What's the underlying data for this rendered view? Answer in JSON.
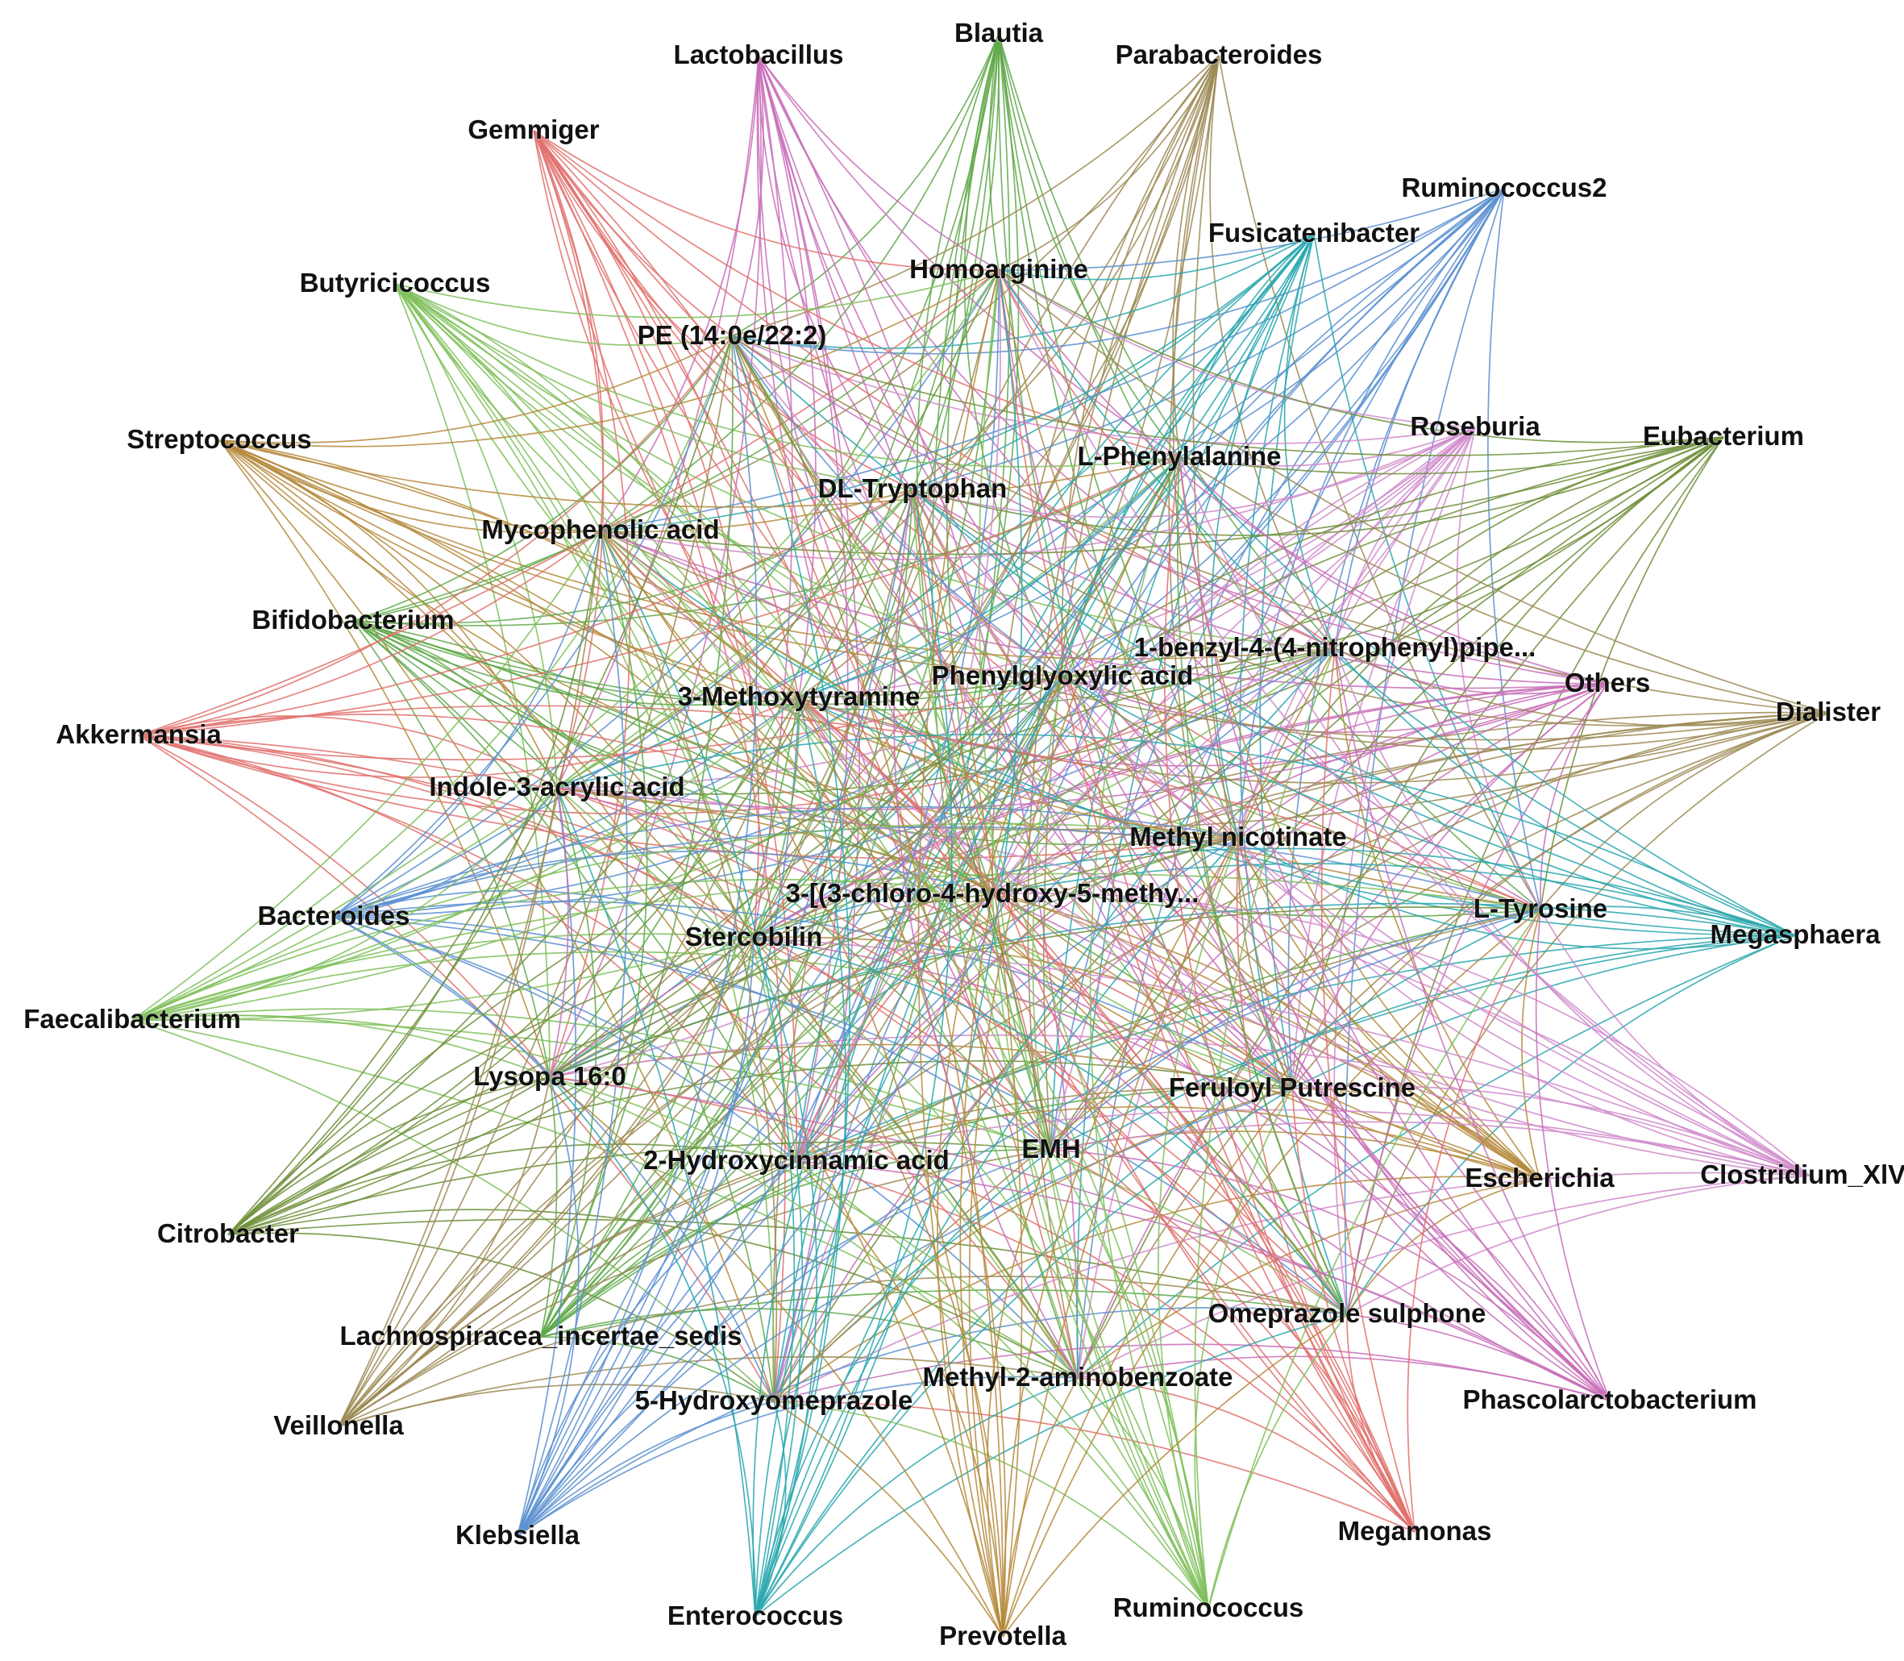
{
  "edge_colors": [
    "#5fa84a",
    "#c86fb9",
    "#9c8a55",
    "#e0716d",
    "#5b8fd0",
    "#2aa7ae",
    "#7fbf5a",
    "#b58a3c",
    "#d08acb",
    "#6f8f3a"
  ],
  "nodes": [
    {
      "id": "blautia",
      "label": "Blautia",
      "group": "genus"
    },
    {
      "id": "lactobacillus",
      "label": "Lactobacillus",
      "group": "genus"
    },
    {
      "id": "parabacteroides",
      "label": "Parabacteroides",
      "group": "genus"
    },
    {
      "id": "gemmiger",
      "label": "Gemmiger",
      "group": "genus"
    },
    {
      "id": "ruminococcus2",
      "label": "Ruminococcus2",
      "group": "genus"
    },
    {
      "id": "fusicatenibacter",
      "label": "Fusicatenibacter",
      "group": "genus"
    },
    {
      "id": "homoarginine",
      "label": "Homoarginine",
      "group": "metabolite"
    },
    {
      "id": "butyricicoccus",
      "label": "Butyricicoccus",
      "group": "genus"
    },
    {
      "id": "pe",
      "label": "PE (14:0e/22:2)",
      "group": "metabolite"
    },
    {
      "id": "streptococcus",
      "label": "Streptococcus",
      "group": "genus"
    },
    {
      "id": "roseburia",
      "label": "Roseburia",
      "group": "genus"
    },
    {
      "id": "eubacterium",
      "label": "Eubacterium",
      "group": "genus"
    },
    {
      "id": "lphenylalanine",
      "label": "L-Phenylalanine",
      "group": "metabolite"
    },
    {
      "id": "dltryptophan",
      "label": "DL-Tryptophan",
      "group": "metabolite"
    },
    {
      "id": "mycophenolic",
      "label": "Mycophenolic acid",
      "group": "metabolite"
    },
    {
      "id": "bifidobacterium",
      "label": "Bifidobacterium",
      "group": "genus"
    },
    {
      "id": "benzyl",
      "label": "1-benzyl-4-(4-nitrophenyl)pipe...",
      "group": "metabolite"
    },
    {
      "id": "phenylglyoxylic",
      "label": "Phenylglyoxylic acid",
      "group": "metabolite"
    },
    {
      "id": "others",
      "label": "Others",
      "group": "genus"
    },
    {
      "id": "methoxytyramine",
      "label": "3-Methoxytyramine",
      "group": "metabolite"
    },
    {
      "id": "dialister",
      "label": "Dialister",
      "group": "genus"
    },
    {
      "id": "akkermansia",
      "label": "Akkermansia",
      "group": "genus"
    },
    {
      "id": "indole",
      "label": "Indole-3-acrylic acid",
      "group": "metabolite"
    },
    {
      "id": "methylnicotinate",
      "label": "Methyl nicotinate",
      "group": "metabolite"
    },
    {
      "id": "chloro",
      "label": "3-[(3-chloro-4-hydroxy-5-methy...",
      "group": "metabolite"
    },
    {
      "id": "ltyrosine",
      "label": "L-Tyrosine",
      "group": "metabolite"
    },
    {
      "id": "bacteroides",
      "label": "Bacteroides",
      "group": "genus"
    },
    {
      "id": "megasphaera",
      "label": "Megasphaera",
      "group": "genus"
    },
    {
      "id": "stercobilin",
      "label": "Stercobilin",
      "group": "metabolite"
    },
    {
      "id": "faecalibacterium",
      "label": "Faecalibacterium",
      "group": "genus"
    },
    {
      "id": "lysopa",
      "label": "Lysopa 16:0",
      "group": "metabolite"
    },
    {
      "id": "feruloyl",
      "label": "Feruloyl Putrescine",
      "group": "metabolite"
    },
    {
      "id": "hydroxycinnamic",
      "label": "2-Hydroxycinnamic acid",
      "group": "metabolite"
    },
    {
      "id": "emh",
      "label": "EMH",
      "group": "metabolite"
    },
    {
      "id": "escherichia",
      "label": "Escherichia",
      "group": "genus"
    },
    {
      "id": "clostridium",
      "label": "Clostridium_XlVa",
      "group": "genus"
    },
    {
      "id": "citrobacter",
      "label": "Citrobacter",
      "group": "genus"
    },
    {
      "id": "omeprazole",
      "label": "Omeprazole sulphone",
      "group": "metabolite"
    },
    {
      "id": "lachnospiracea",
      "label": "Lachnospiracea_incertae_sedis",
      "group": "genus"
    },
    {
      "id": "methyl2amino",
      "label": "Methyl-2-aminobenzoate",
      "group": "metabolite"
    },
    {
      "id": "hydroxyomeprazole",
      "label": "5-Hydroxyomeprazole",
      "group": "metabolite"
    },
    {
      "id": "phascolarctobacterium",
      "label": "Phascolarctobacterium",
      "group": "genus"
    },
    {
      "id": "veillonella",
      "label": "Veillonella",
      "group": "genus"
    },
    {
      "id": "megamonas",
      "label": "Megamonas",
      "group": "genus"
    },
    {
      "id": "klebsiella",
      "label": "Klebsiella",
      "group": "genus"
    },
    {
      "id": "enterococcus",
      "label": "Enterococcus",
      "group": "genus"
    },
    {
      "id": "ruminococcus",
      "label": "Ruminococcus",
      "group": "genus"
    },
    {
      "id": "prevotella",
      "label": "Prevotella",
      "group": "genus"
    }
  ]
}
